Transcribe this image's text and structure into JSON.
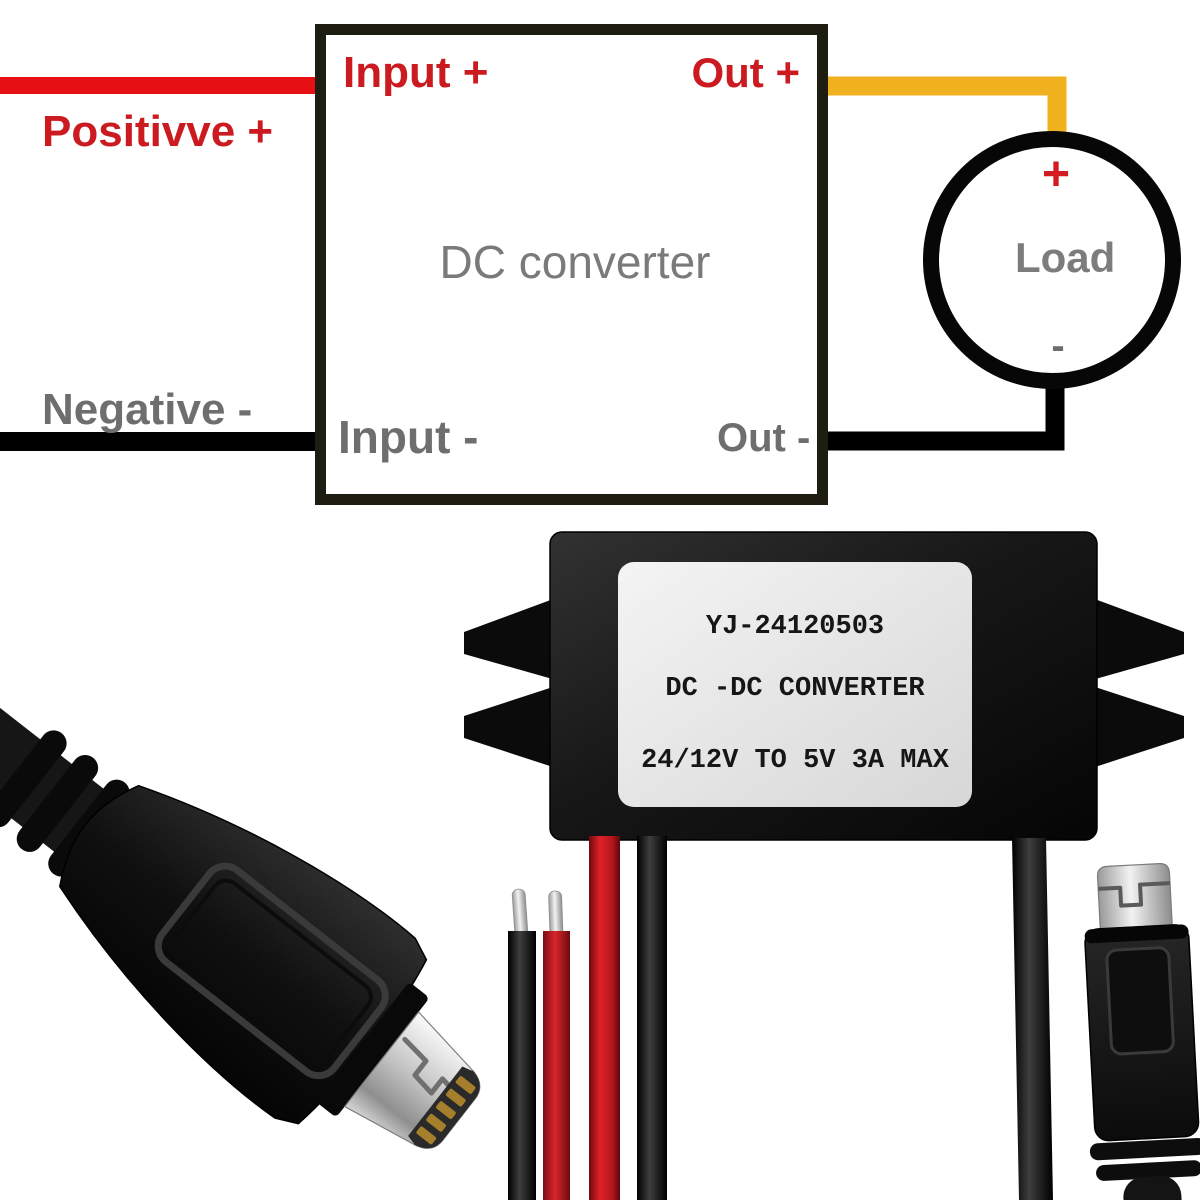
{
  "theme": {
    "wire-red": "#e60f14",
    "wire-yellow": "#f0b11e",
    "wire-black": "#000000",
    "text-red": "#cb1b21",
    "text-gray": "#6e6e6e",
    "text-gray-light": "#7a7a7a",
    "box-border": "#1e1d12"
  },
  "diagram": {
    "converter_label": "DC converter",
    "input_positive": "Input +",
    "input_negative": "Input -",
    "output_positive": "Out +",
    "output_negative": "Out -",
    "source_positive": "Positivve +",
    "source_negative": "Negative -",
    "load": {
      "label": "Load",
      "plus": "+",
      "minus": "-"
    }
  },
  "product": {
    "label": {
      "model": "YJ-24120503",
      "name": "DC -DC CONVERTER",
      "spec": "24/12V TO 5V 3A MAX"
    }
  }
}
